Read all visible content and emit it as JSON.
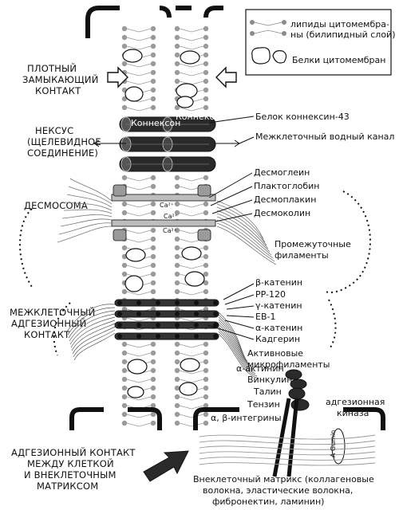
{
  "legend": {
    "lipids": "липиды цитомембраны (билипидный слой)",
    "lipids_line1": "липиды цитомембра-",
    "lipids_line2": "ны (билипидный слой)",
    "proteins": "Белки цитомембран"
  },
  "left_labels": {
    "tight_junction": [
      "ПЛОТНЫЙ",
      "ЗАМЫКАЮЩИЙ",
      "КОНТАКТ"
    ],
    "nexus": [
      "НЕКСУС",
      "(ЩЕЛЕВИДНОЕ",
      "СОЕДИНЕНИЕ)"
    ],
    "desmosome": [
      "ДЕСМОСОМА"
    ],
    "adhesion": [
      "МЕЖКЛЕТОЧНЫЙ",
      "АДГЕЗИОННЫЙ",
      "КОНТАКТ"
    ],
    "matrix_contact": [
      "АДГЕЗИОННЫЙ КОНТАКТ",
      "МЕЖДУ КЛЕТКОЙ",
      "И ВНЕКЛЕТОЧНЫМ",
      "МАТРИКСОМ"
    ]
  },
  "connexon_label": "Коннексон",
  "calcium": "Ca²⁺",
  "right_labels": {
    "connexin": "Белок коннексин-43",
    "water_channel": "Межклеточный водный канал",
    "desmoglein": "Десмоглеин",
    "plakoglobin": "Плактоглобин",
    "desmoplakin": "Десмоплакин",
    "desmocollin": "Десмоколин",
    "intermediate": [
      "Промежуточные",
      "филаменты"
    ],
    "beta_catenin": "β-катенин",
    "pp120": "PP-120",
    "gamma_catenin": "γ-катенин",
    "eb1": "EB-1",
    "alpha_catenin": "α-катенин",
    "cadherin": "Кадгерин",
    "microfilaments": [
      "Активновые",
      "микрофиламенты"
    ],
    "alpha_actinin": "α-актинин",
    "vinculin": "Винкулин",
    "talin": "Талин",
    "tensin": "Тензин",
    "integrins": "α, β-интегрины",
    "kinase": [
      "адгезионная",
      "киназа"
    ],
    "matrix": [
      "Внеклеточный матрикс (коллагеновые",
      "волокна, эластические волокна,",
      "фибронектин, ламинин)"
    ],
    "a_gumin": "A Gumin"
  },
  "colors": {
    "ink": "#111111",
    "gray": "#8a8a8a",
    "light": "#cfcfcf",
    "dark": "#2a2a2a"
  }
}
